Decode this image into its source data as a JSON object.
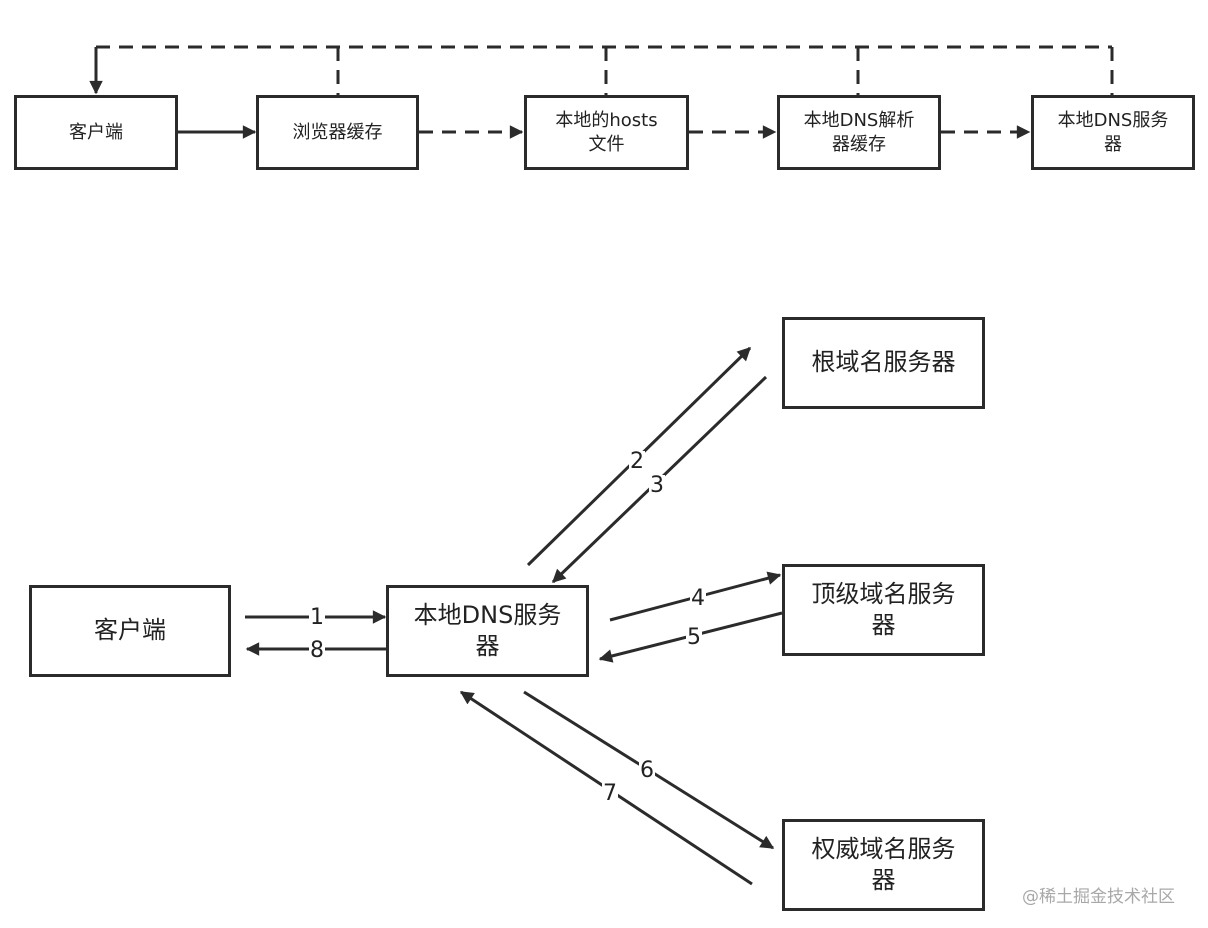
{
  "top_flow": {
    "client": "客户端",
    "browser_cache": "浏览器缓存",
    "hosts_file": "本地的hosts\n文件",
    "resolver_cache": "本地DNS解析\n器缓存",
    "local_dns": "本地DNS服务\n器"
  },
  "bottom_flow": {
    "client": "客户端",
    "local_dns": "本地DNS服务\n器",
    "root_server": "根域名服务器",
    "tld_server": "顶级域名服务\n器",
    "auth_server": "权威域名服务\n器",
    "steps": [
      "1",
      "2",
      "3",
      "4",
      "5",
      "6",
      "7",
      "8"
    ]
  },
  "watermark": "@稀土掘金技术社区",
  "colors": {
    "line": "#2b2b2b",
    "watermark": "#a8a8a8"
  }
}
